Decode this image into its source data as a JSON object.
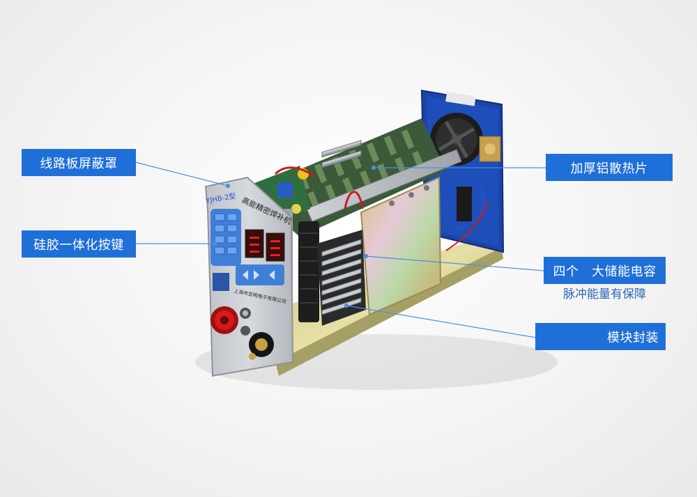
{
  "callouts": {
    "pcb_shield": "线路板屏蔽罩",
    "silicone_keys": "硅胶一体化按键",
    "aluminum_heatsink": "加厚铝散热片",
    "capacitors": "四个　大储能电容",
    "capacitors_sub": "脉冲能量有保障",
    "module": "模块封装"
  },
  "panel": {
    "model": "YJHB-2型",
    "title": "高能精密焊补机",
    "maker": "上海市亚明电子有限公司"
  },
  "colors": {
    "label_bg": "#1f6fd8",
    "leader_line": "#4a8fe0",
    "sub_text": "#2a67b8",
    "chassis_blue": "#1b44a8",
    "panel_gray": "#c8ccd2"
  }
}
